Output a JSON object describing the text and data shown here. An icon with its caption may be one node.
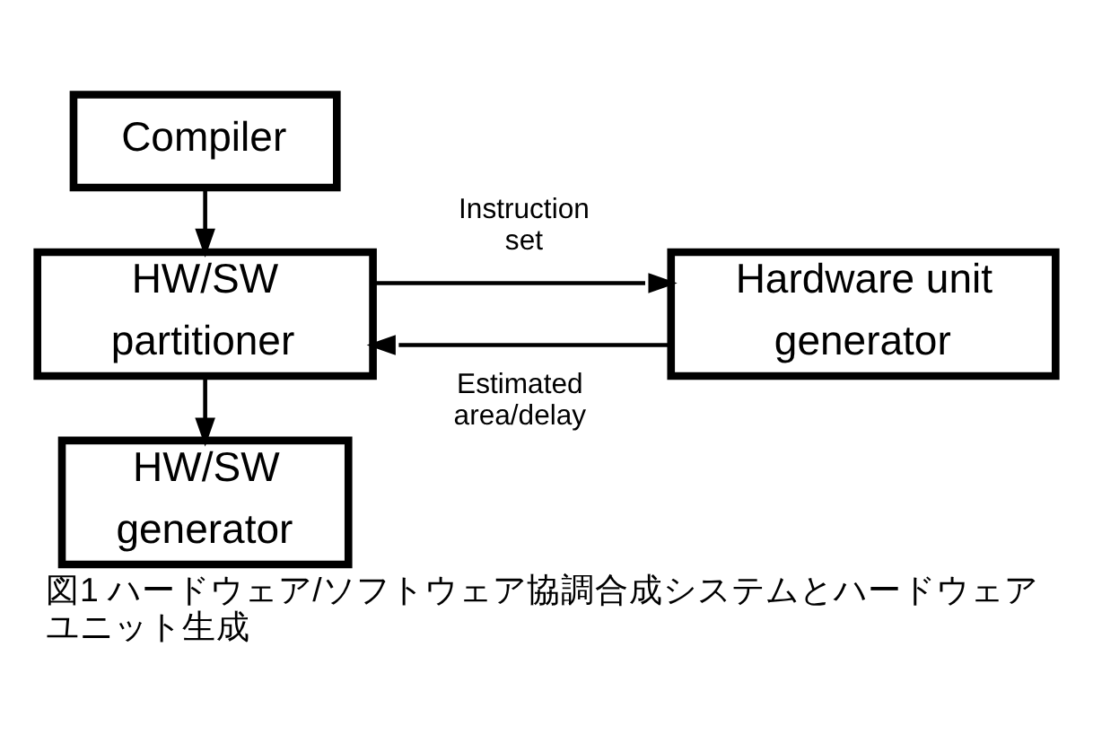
{
  "diagram": {
    "caption": "図1 ハードウェア/ソフトウェア協調合成システムとハードウェアユニット生成",
    "nodes": [
      {
        "text": [
          "Compiler"
        ]
      },
      {
        "text": [
          "HW/SW partitioner"
        ]
      },
      {
        "text": [
          "Hardware unit generator"
        ]
      },
      {
        "text": [
          "HW/SW generator"
        ]
      }
    ],
    "edges": [
      {
        "from": 0,
        "to": 1,
        "arrow": "to"
      },
      {
        "from": 1,
        "to": 2,
        "arrow": "to",
        "label": "Instruction set"
      },
      {
        "from": 2,
        "to": 1,
        "arrow": "to",
        "label": "Estimated area/delay"
      },
      {
        "from": 1,
        "to": 3,
        "arrow": "to"
      }
    ]
  }
}
